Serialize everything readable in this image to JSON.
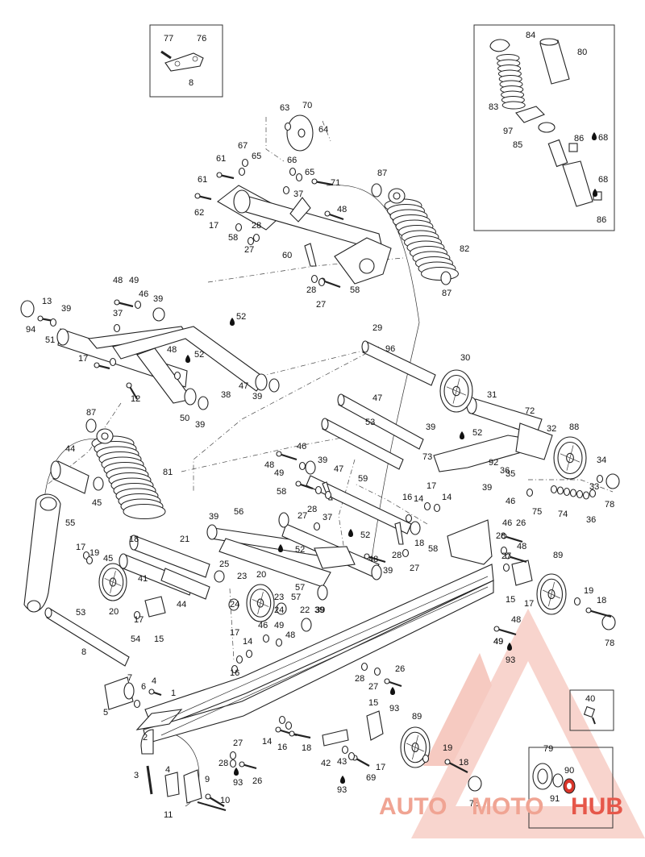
{
  "watermark": {
    "part1": "AUTO",
    "part2": "MOTO",
    "part3": "HUB",
    "color_light": "#f2a89a",
    "color_red": "#d9362b"
  },
  "callouts": [
    {
      "n": "77"
    },
    {
      "n": "76"
    },
    {
      "n": "8"
    },
    {
      "n": "84"
    },
    {
      "n": "80"
    },
    {
      "n": "83"
    },
    {
      "n": "97"
    },
    {
      "n": "85"
    },
    {
      "n": "86"
    },
    {
      "n": "68"
    },
    {
      "n": "68"
    },
    {
      "n": "86"
    },
    {
      "n": "63"
    },
    {
      "n": "70"
    },
    {
      "n": "64"
    },
    {
      "n": "67"
    },
    {
      "n": "65"
    },
    {
      "n": "61"
    },
    {
      "n": "66"
    },
    {
      "n": "65"
    },
    {
      "n": "71"
    },
    {
      "n": "61"
    },
    {
      "n": "37"
    },
    {
      "n": "62"
    },
    {
      "n": "17"
    },
    {
      "n": "28"
    },
    {
      "n": "58"
    },
    {
      "n": "27"
    },
    {
      "n": "48"
    },
    {
      "n": "60"
    },
    {
      "n": "87"
    },
    {
      "n": "82"
    },
    {
      "n": "28"
    },
    {
      "n": "27"
    },
    {
      "n": "58"
    },
    {
      "n": "87"
    },
    {
      "n": "48"
    },
    {
      "n": "49"
    },
    {
      "n": "46"
    },
    {
      "n": "39"
    },
    {
      "n": "13"
    },
    {
      "n": "39"
    },
    {
      "n": "37"
    },
    {
      "n": "52"
    },
    {
      "n": "94"
    },
    {
      "n": "51"
    },
    {
      "n": "48"
    },
    {
      "n": "52"
    },
    {
      "n": "17"
    },
    {
      "n": "47"
    },
    {
      "n": "38"
    },
    {
      "n": "39"
    },
    {
      "n": "12"
    },
    {
      "n": "50"
    },
    {
      "n": "39"
    },
    {
      "n": "29"
    },
    {
      "n": "96"
    },
    {
      "n": "30"
    },
    {
      "n": "31"
    },
    {
      "n": "47"
    },
    {
      "n": "72"
    },
    {
      "n": "53"
    },
    {
      "n": "39"
    },
    {
      "n": "52"
    },
    {
      "n": "32"
    },
    {
      "n": "88"
    },
    {
      "n": "73"
    },
    {
      "n": "92"
    },
    {
      "n": "35"
    },
    {
      "n": "36"
    },
    {
      "n": "34"
    },
    {
      "n": "33"
    },
    {
      "n": "39"
    },
    {
      "n": "46"
    },
    {
      "n": "75"
    },
    {
      "n": "74"
    },
    {
      "n": "36"
    },
    {
      "n": "78"
    },
    {
      "n": "87"
    },
    {
      "n": "44"
    },
    {
      "n": "81"
    },
    {
      "n": "45"
    },
    {
      "n": "46"
    },
    {
      "n": "48"
    },
    {
      "n": "49"
    },
    {
      "n": "39"
    },
    {
      "n": "47"
    },
    {
      "n": "58"
    },
    {
      "n": "59"
    },
    {
      "n": "28"
    },
    {
      "n": "27"
    },
    {
      "n": "16"
    },
    {
      "n": "14"
    },
    {
      "n": "17"
    },
    {
      "n": "14"
    },
    {
      "n": "37"
    },
    {
      "n": "39"
    },
    {
      "n": "56"
    },
    {
      "n": "46"
    },
    {
      "n": "52"
    },
    {
      "n": "52"
    },
    {
      "n": "28"
    },
    {
      "n": "48"
    },
    {
      "n": "18"
    },
    {
      "n": "39"
    },
    {
      "n": "58"
    },
    {
      "n": "27"
    },
    {
      "n": "55"
    },
    {
      "n": "17"
    },
    {
      "n": "19"
    },
    {
      "n": "45"
    },
    {
      "n": "18"
    },
    {
      "n": "21"
    },
    {
      "n": "41"
    },
    {
      "n": "44"
    },
    {
      "n": "25"
    },
    {
      "n": "20"
    },
    {
      "n": "23"
    },
    {
      "n": "24"
    },
    {
      "n": "20"
    },
    {
      "n": "23"
    },
    {
      "n": "24"
    },
    {
      "n": "57"
    },
    {
      "n": "39"
    },
    {
      "n": "57"
    },
    {
      "n": "39"
    },
    {
      "n": "17"
    },
    {
      "n": "15"
    },
    {
      "n": "22"
    },
    {
      "n": "46"
    },
    {
      "n": "49"
    },
    {
      "n": "48"
    },
    {
      "n": "49"
    },
    {
      "n": "28"
    },
    {
      "n": "26"
    },
    {
      "n": "27"
    },
    {
      "n": "48"
    },
    {
      "n": "89"
    },
    {
      "n": "15"
    },
    {
      "n": "17"
    },
    {
      "n": "19"
    },
    {
      "n": "18"
    },
    {
      "n": "78"
    },
    {
      "n": "48"
    },
    {
      "n": "49"
    },
    {
      "n": "93"
    },
    {
      "n": "53"
    },
    {
      "n": "8"
    },
    {
      "n": "54"
    },
    {
      "n": "17"
    },
    {
      "n": "14"
    },
    {
      "n": "16"
    },
    {
      "n": "7"
    },
    {
      "n": "4"
    },
    {
      "n": "6"
    },
    {
      "n": "5"
    },
    {
      "n": "1"
    },
    {
      "n": "28"
    },
    {
      "n": "27"
    },
    {
      "n": "26"
    },
    {
      "n": "93"
    },
    {
      "n": "40"
    },
    {
      "n": "15"
    },
    {
      "n": "89"
    },
    {
      "n": "17"
    },
    {
      "n": "14"
    },
    {
      "n": "16"
    },
    {
      "n": "18"
    },
    {
      "n": "2"
    },
    {
      "n": "27"
    },
    {
      "n": "28"
    },
    {
      "n": "26"
    },
    {
      "n": "93"
    },
    {
      "n": "42"
    },
    {
      "n": "43"
    },
    {
      "n": "69"
    },
    {
      "n": "93"
    },
    {
      "n": "19"
    },
    {
      "n": "18"
    },
    {
      "n": "78"
    },
    {
      "n": "3"
    },
    {
      "n": "4"
    },
    {
      "n": "9"
    },
    {
      "n": "10"
    },
    {
      "n": "11"
    },
    {
      "n": "79"
    },
    {
      "n": "90"
    },
    {
      "n": "91"
    }
  ]
}
